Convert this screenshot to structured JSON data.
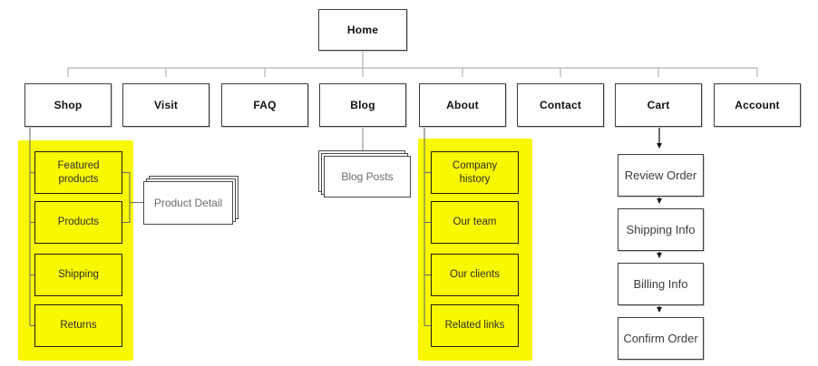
{
  "diagram": {
    "type": "sitemap",
    "root": {
      "label": "Home"
    },
    "top_level_pages": [
      {
        "label": "Shop"
      },
      {
        "label": "Visit"
      },
      {
        "label": "FAQ"
      },
      {
        "label": "Blog"
      },
      {
        "label": "About"
      },
      {
        "label": "Contact"
      },
      {
        "label": "Cart"
      },
      {
        "label": "Account"
      }
    ],
    "shop_children": [
      {
        "label": "Featured products",
        "highlighted": true
      },
      {
        "label": "Products",
        "highlighted": true
      },
      {
        "label": "Shipping",
        "highlighted": true
      },
      {
        "label": "Returns",
        "highlighted": true
      }
    ],
    "shop_stack": {
      "label": "Product Detail",
      "style": "stacked-pages"
    },
    "blog_stack": {
      "label": "Blog Posts",
      "style": "stacked-pages"
    },
    "about_children": [
      {
        "label": "Company history",
        "highlighted": true
      },
      {
        "label": "Our team",
        "highlighted": true
      },
      {
        "label": "Our clients",
        "highlighted": true
      },
      {
        "label": "Related links",
        "highlighted": true
      }
    ],
    "cart_flow": [
      {
        "label": "Review Order"
      },
      {
        "label": "Shipping Info"
      },
      {
        "label": "Billing Info"
      },
      {
        "label": "Confirm Order"
      }
    ],
    "colors": {
      "highlight_yellow": "#f8f800",
      "box_border": "#3d3d3d",
      "child_border": "#1c1c1c",
      "connector_gray": "#b3b3b3",
      "subtree_line": "#6f6f6f",
      "arrow_black": "#1a1a1a",
      "background": "#ffffff"
    }
  }
}
